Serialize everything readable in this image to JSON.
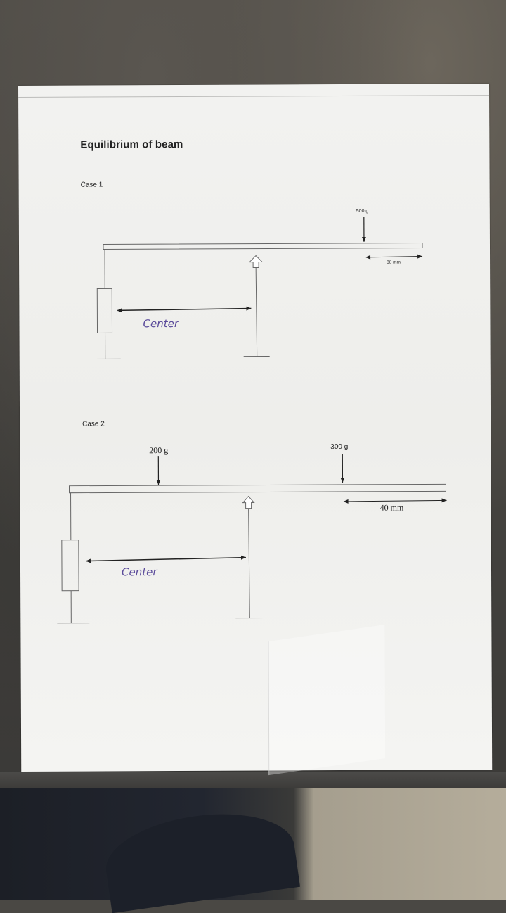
{
  "document": {
    "title": "Equilibrium of beam",
    "case1": {
      "label": "Case 1",
      "load_label": "500 g",
      "dimension_label": "80 mm",
      "handwritten_note": "Center"
    },
    "case2": {
      "label": "Case 2",
      "load1_label": "200 g",
      "load2_label": "300 g",
      "dimension_label": "40 mm",
      "handwritten_note": "Center"
    }
  },
  "colors": {
    "paper": "#f0f0ee",
    "ink": "#222222",
    "line": "#6e6e6e",
    "handwriting": "#5a4a9a",
    "desk": "#4a4844"
  }
}
